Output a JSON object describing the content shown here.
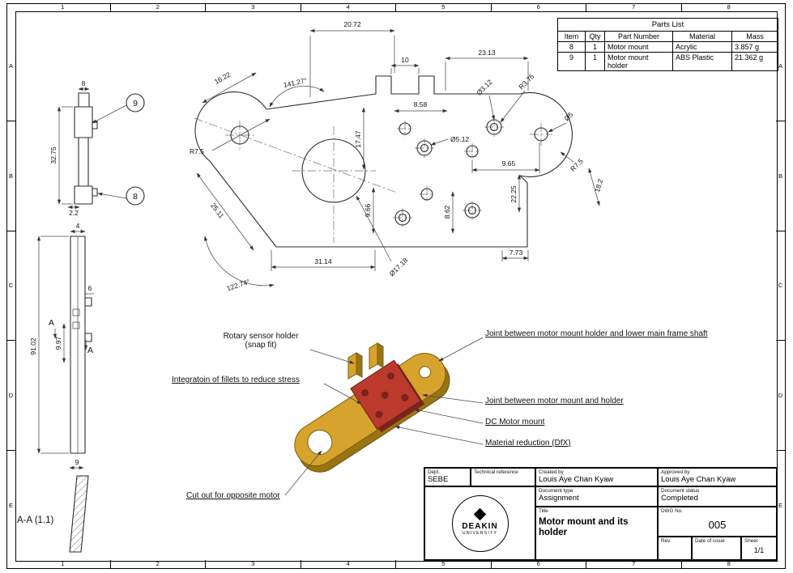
{
  "border": {
    "columns": [
      "1",
      "2",
      "3",
      "4",
      "5",
      "6",
      "7",
      "8"
    ],
    "rows": [
      "A",
      "B",
      "C",
      "D",
      "E"
    ]
  },
  "parts_list": {
    "title": "Parts List",
    "headers": [
      "Item",
      "Qty",
      "Part Number",
      "Material",
      "Mass"
    ],
    "rows": [
      {
        "item": "8",
        "qty": "1",
        "part_number": "Motor mount",
        "material": "Acrylic",
        "mass": "3.857 g"
      },
      {
        "item": "9",
        "qty": "1",
        "part_number": "Motor mount holder",
        "material": "ABS Plastic",
        "mass": "21.362 g"
      }
    ]
  },
  "dims": {
    "top_2072": "20.72",
    "top_1622": "16.22",
    "ang_14127": "141.27°",
    "top_10": "10",
    "top_2313": "23.13",
    "top_858": "8.58",
    "dia_312": "Ø3.12",
    "rad_375": "R3.75",
    "ver_1747": "17.47",
    "dia_512": "Ø5.12",
    "dia_5": "Ø5",
    "rad_75_left": "R7.5",
    "hor_965": "9.65",
    "ver_2225": "22.25",
    "rad_75_right": "R7.5",
    "diag_182": "18.2",
    "diag_2511": "25.11",
    "ver_966": "9.66",
    "ver_862": "8.62",
    "bot_3114": "31.14",
    "dia_1718": "Ø17.18",
    "ang_12274": "122.74°",
    "bot_773": "7.73",
    "sv_8": "8",
    "sv_3275": "32.75",
    "sv_22": "2.2",
    "sv_4": "4",
    "sv_6": "6",
    "sv_9102": "91.02",
    "sv_997": "9.97",
    "sv_9": "9",
    "section_label": "A-A (1.1)",
    "section_a": "A",
    "balloon_9": "9",
    "balloon_8": "8"
  },
  "annotations": {
    "rotary_line1": "Rotary sensor holder",
    "rotary_line2": "(snap fit)",
    "fillets": "Integratoin of fillets to reduce stress",
    "joint_lower": "Joint between motor mount holder and lower main frame shaft",
    "joint_holder": "Joint between motor mount and holder",
    "dc_motor": "DC Motor mount",
    "material_reduction": "Material reduction (DfX)",
    "cutout": "Cut out for opposite motor"
  },
  "title_block": {
    "dept_label": "Dept.",
    "dept_value": "SEBE",
    "tech_ref_label": "Technical reference",
    "created_label": "Created by",
    "created_value": "Louis Aye Chan Kyaw",
    "approved_label": "Approved by",
    "approved_value": "Louis Aye Chan Kyaw",
    "doc_type_label": "Document type",
    "doc_type_value": "Assignment",
    "doc_status_label": "Document status",
    "doc_status_value": "Completed",
    "title_label": "Title",
    "title_value": "Motor mount and its holder",
    "dwg_label": "DWG No.",
    "dwg_value": "005",
    "rev_label": "Rev.",
    "date_label": "Date of issue",
    "sheet_label": "Sheet",
    "sheet_value": "1/1",
    "logo_line1": "DEAKIN",
    "logo_line2": "UNIVERSITY"
  },
  "colors": {
    "gold": "#d6a42c",
    "gold_dark": "#9a7413",
    "red": "#bb3a2c",
    "red_dark": "#7c231b",
    "line": "#2e2e2e"
  }
}
